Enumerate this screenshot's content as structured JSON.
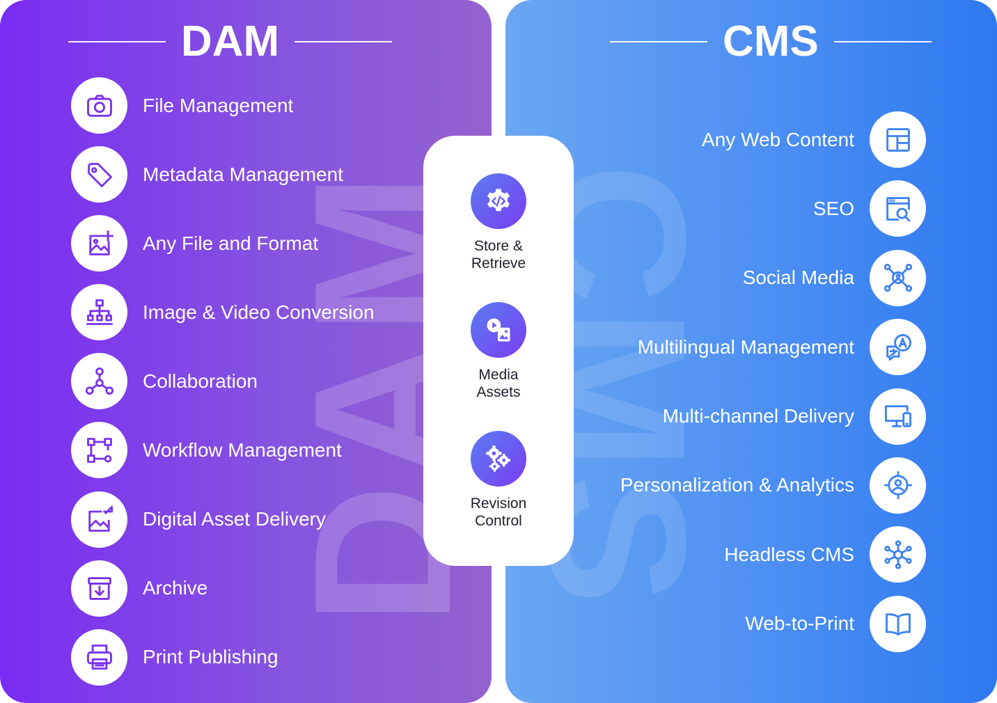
{
  "dam": {
    "title": "DAM",
    "watermark": "DAM",
    "items": [
      {
        "label": "File Management",
        "icon": "camera-icon"
      },
      {
        "label": "Metadata Management",
        "icon": "tag-icon"
      },
      {
        "label": "Any File and Format",
        "icon": "image-add-icon"
      },
      {
        "label": "Image & Video Conversion",
        "icon": "hierarchy-icon"
      },
      {
        "label": "Collaboration",
        "icon": "network-icon"
      },
      {
        "label": "Workflow Management",
        "icon": "workflow-icon"
      },
      {
        "label": "Digital Asset Delivery",
        "icon": "image-share-icon"
      },
      {
        "label": "Archive",
        "icon": "archive-icon"
      },
      {
        "label": "Print Publishing",
        "icon": "printer-icon"
      }
    ]
  },
  "center": {
    "items": [
      {
        "line1": "Store &",
        "line2": "Retrieve",
        "icon": "code-gear-icon"
      },
      {
        "line1": "Media",
        "line2": "Assets",
        "icon": "media-icon"
      },
      {
        "line1": "Revision",
        "line2": "Control",
        "icon": "gears-icon"
      }
    ]
  },
  "cms": {
    "title": "CMS",
    "watermark": "CMS",
    "items": [
      {
        "label": "Any Web Content",
        "icon": "layout-icon"
      },
      {
        "label": "SEO",
        "icon": "browser-search-icon"
      },
      {
        "label": "Social Media",
        "icon": "social-network-icon"
      },
      {
        "label": "Multilingual Management",
        "icon": "translate-icon"
      },
      {
        "label": "Multi-channel Delivery",
        "icon": "devices-icon"
      },
      {
        "label": "Personalization & Analytics",
        "icon": "target-user-icon"
      },
      {
        "label": "Headless CMS",
        "icon": "hub-icon"
      },
      {
        "label": "Web-to-Print",
        "icon": "book-icon"
      }
    ]
  },
  "colors": {
    "dam_accent": "#7a32ef",
    "cms_accent": "#3d82f2",
    "center_text": "#1f1f2e"
  }
}
